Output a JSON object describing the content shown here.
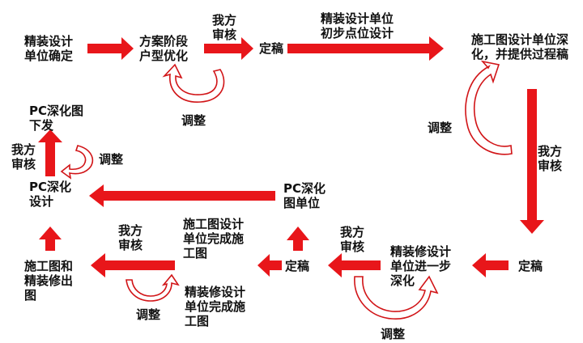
{
  "colors": {
    "arrow": "#E8161A",
    "arrow_outline": "#D11417",
    "text": "#111111",
    "background": "#FFFFFF"
  },
  "nodes": {
    "finish_design_unit_confirm": "精装设计\n单位确定",
    "scheme_stage": "方案阶段\n户型优化",
    "review_1": "我方\n审核",
    "finalize_1": "定稿",
    "finish_unit_initial_points": "精装设计单位\n初步点位设计",
    "construction_drawing_deepen": "施工图设计单位深\n化，并提供过程稿",
    "adjust_1": "调整",
    "adjust_2": "调整",
    "review_2": "我方\n审核",
    "finalize_2": "定稿",
    "finish_unit_further_deepen": "精装修设计\n单位进一步\n深化",
    "review_3": "我方\n审核",
    "adjust_3": "调整",
    "finalize_3": "定稿",
    "construction_unit_complete": "施工图设计\n单位完成施\n工图",
    "finish_unit_complete": "精装修设计\n单位完成施\n工图",
    "review_4": "我方\n审核",
    "adjust_4": "调整",
    "drawings_out": "施工图和\n精装修出\n图",
    "pc_unit": "PC深化\n图单位",
    "pc_design": "PC深化\n设计",
    "review_5": "我方\n审核",
    "adjust_5": "调整",
    "pc_issue": "PC深化图\n下发"
  }
}
